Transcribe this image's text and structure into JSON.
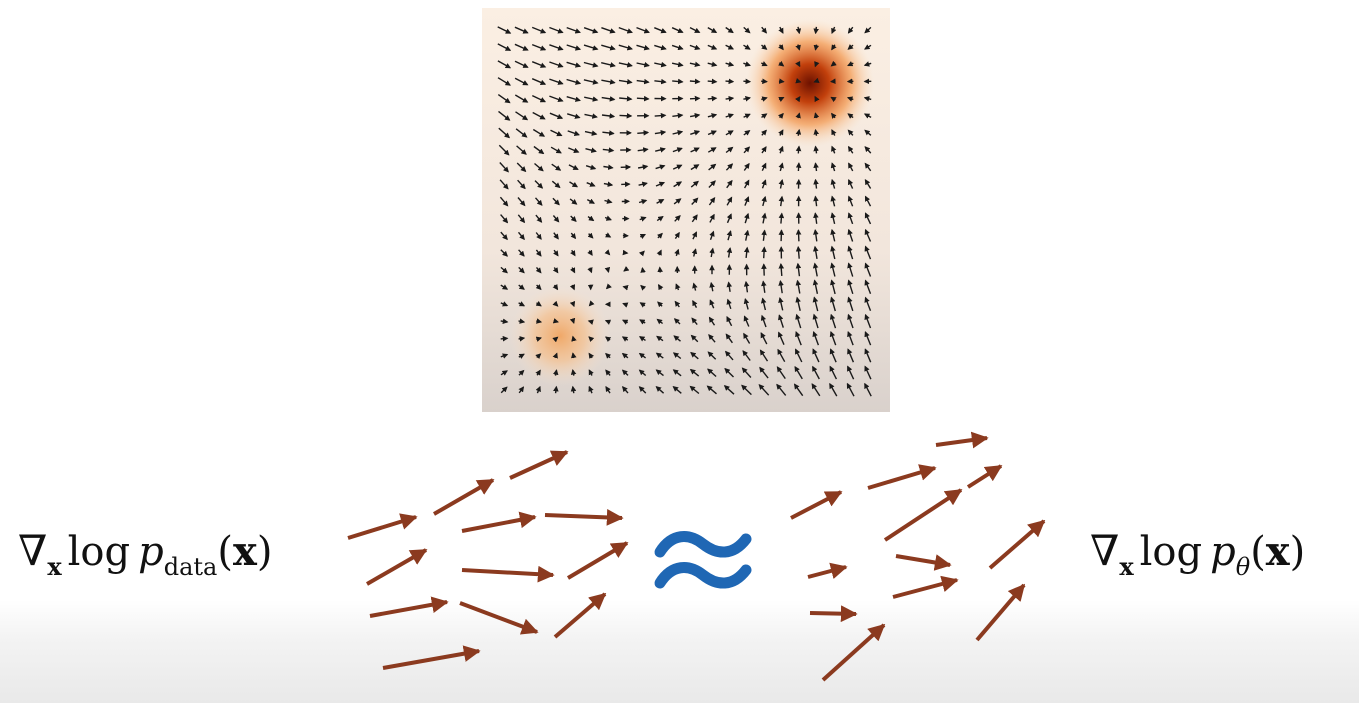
{
  "formula_left": {
    "nabla": "∇",
    "grad_subscript": "x",
    "log": "log",
    "p": "p",
    "p_subscript": "data",
    "open_paren": "(",
    "arg": "x",
    "close_paren": ")"
  },
  "formula_right": {
    "nabla": "∇",
    "grad_subscript": "x",
    "log": "log",
    "p": "p",
    "p_subscript": "θ",
    "open_paren": "(",
    "arg": "x",
    "close_paren": ")"
  },
  "approx_symbol": "≈",
  "colors": {
    "arrow_brown": "#8b3a1f",
    "approx_blue": "#1f67b4",
    "field_arrow": "#1a1a1a",
    "panel_top": "#fbefe3",
    "panel_bottom": "#dcd4cf",
    "peak_strong": "#7a1500",
    "peak_weak": "#f2a868"
  },
  "density_plot": {
    "grid_resolution": 22,
    "modes": [
      {
        "name": "strong-mode",
        "quadrant": "top-right",
        "relative_weight": 1.0
      },
      {
        "name": "weak-mode",
        "quadrant": "bottom-left",
        "relative_weight": 0.35
      }
    ]
  }
}
